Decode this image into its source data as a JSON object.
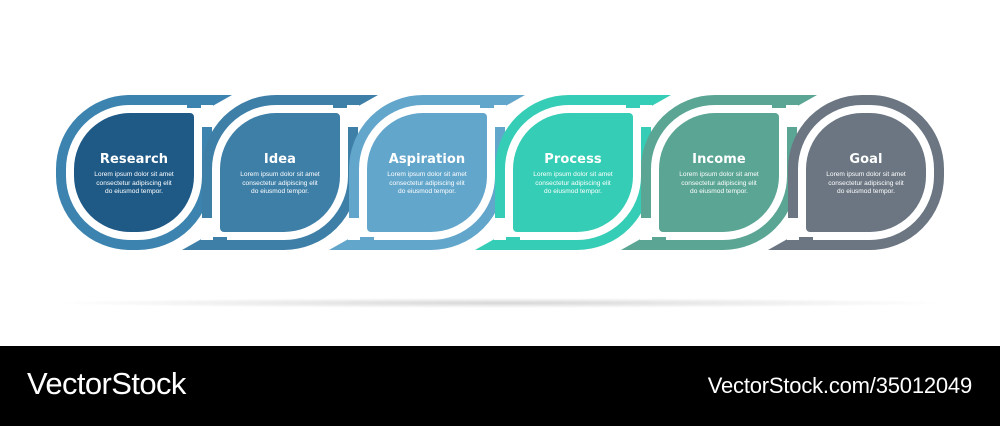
{
  "infographic": {
    "steps": [
      {
        "title": "Research",
        "body": [
          "Lorem ipsum dolor sit amet",
          "consectetur adipiscing elit",
          "do eiusmod tempor."
        ],
        "fill_color": "#1F5A87",
        "ring_color": "#3C84AF"
      },
      {
        "title": "Idea",
        "body": [
          "Lorem ipsum dolor sit amet",
          "consectetur adipiscing elit",
          "do eiusmod tempor."
        ],
        "fill_color": "#3E7FA8",
        "ring_color": "#3E7FA8"
      },
      {
        "title": "Aspiration",
        "body": [
          "Lorem ipsum dolor sit amet",
          "consectetur adipiscing elit",
          "do eiusmod tempor."
        ],
        "fill_color": "#63A6CB",
        "ring_color": "#63A6CB"
      },
      {
        "title": "Process",
        "body": [
          "Lorem ipsum dolor sit amet",
          "consectetur adipiscing elit",
          "do eiusmod tempor."
        ],
        "fill_color": "#35CDB5",
        "ring_color": "#35CDB5"
      },
      {
        "title": "Income",
        "body": [
          "Lorem ipsum dolor sit amet",
          "consectetur adipiscing elit",
          "do eiusmod tempor."
        ],
        "fill_color": "#5AA594",
        "ring_color": "#5AA594"
      },
      {
        "title": "Goal",
        "body": [
          "Lorem ipsum dolor sit amet",
          "consectetur adipiscing elit",
          "do eiusmod tempor."
        ],
        "fill_color": "#6B7682",
        "ring_color": "#6B7682"
      }
    ]
  },
  "footer": {
    "brand": "VectorStock",
    "reference": "VectorStock.com/35012049"
  },
  "colors": {
    "background": "#FFFFFF",
    "footer_background": "#000000",
    "footer_text": "#FFFFFF"
  }
}
